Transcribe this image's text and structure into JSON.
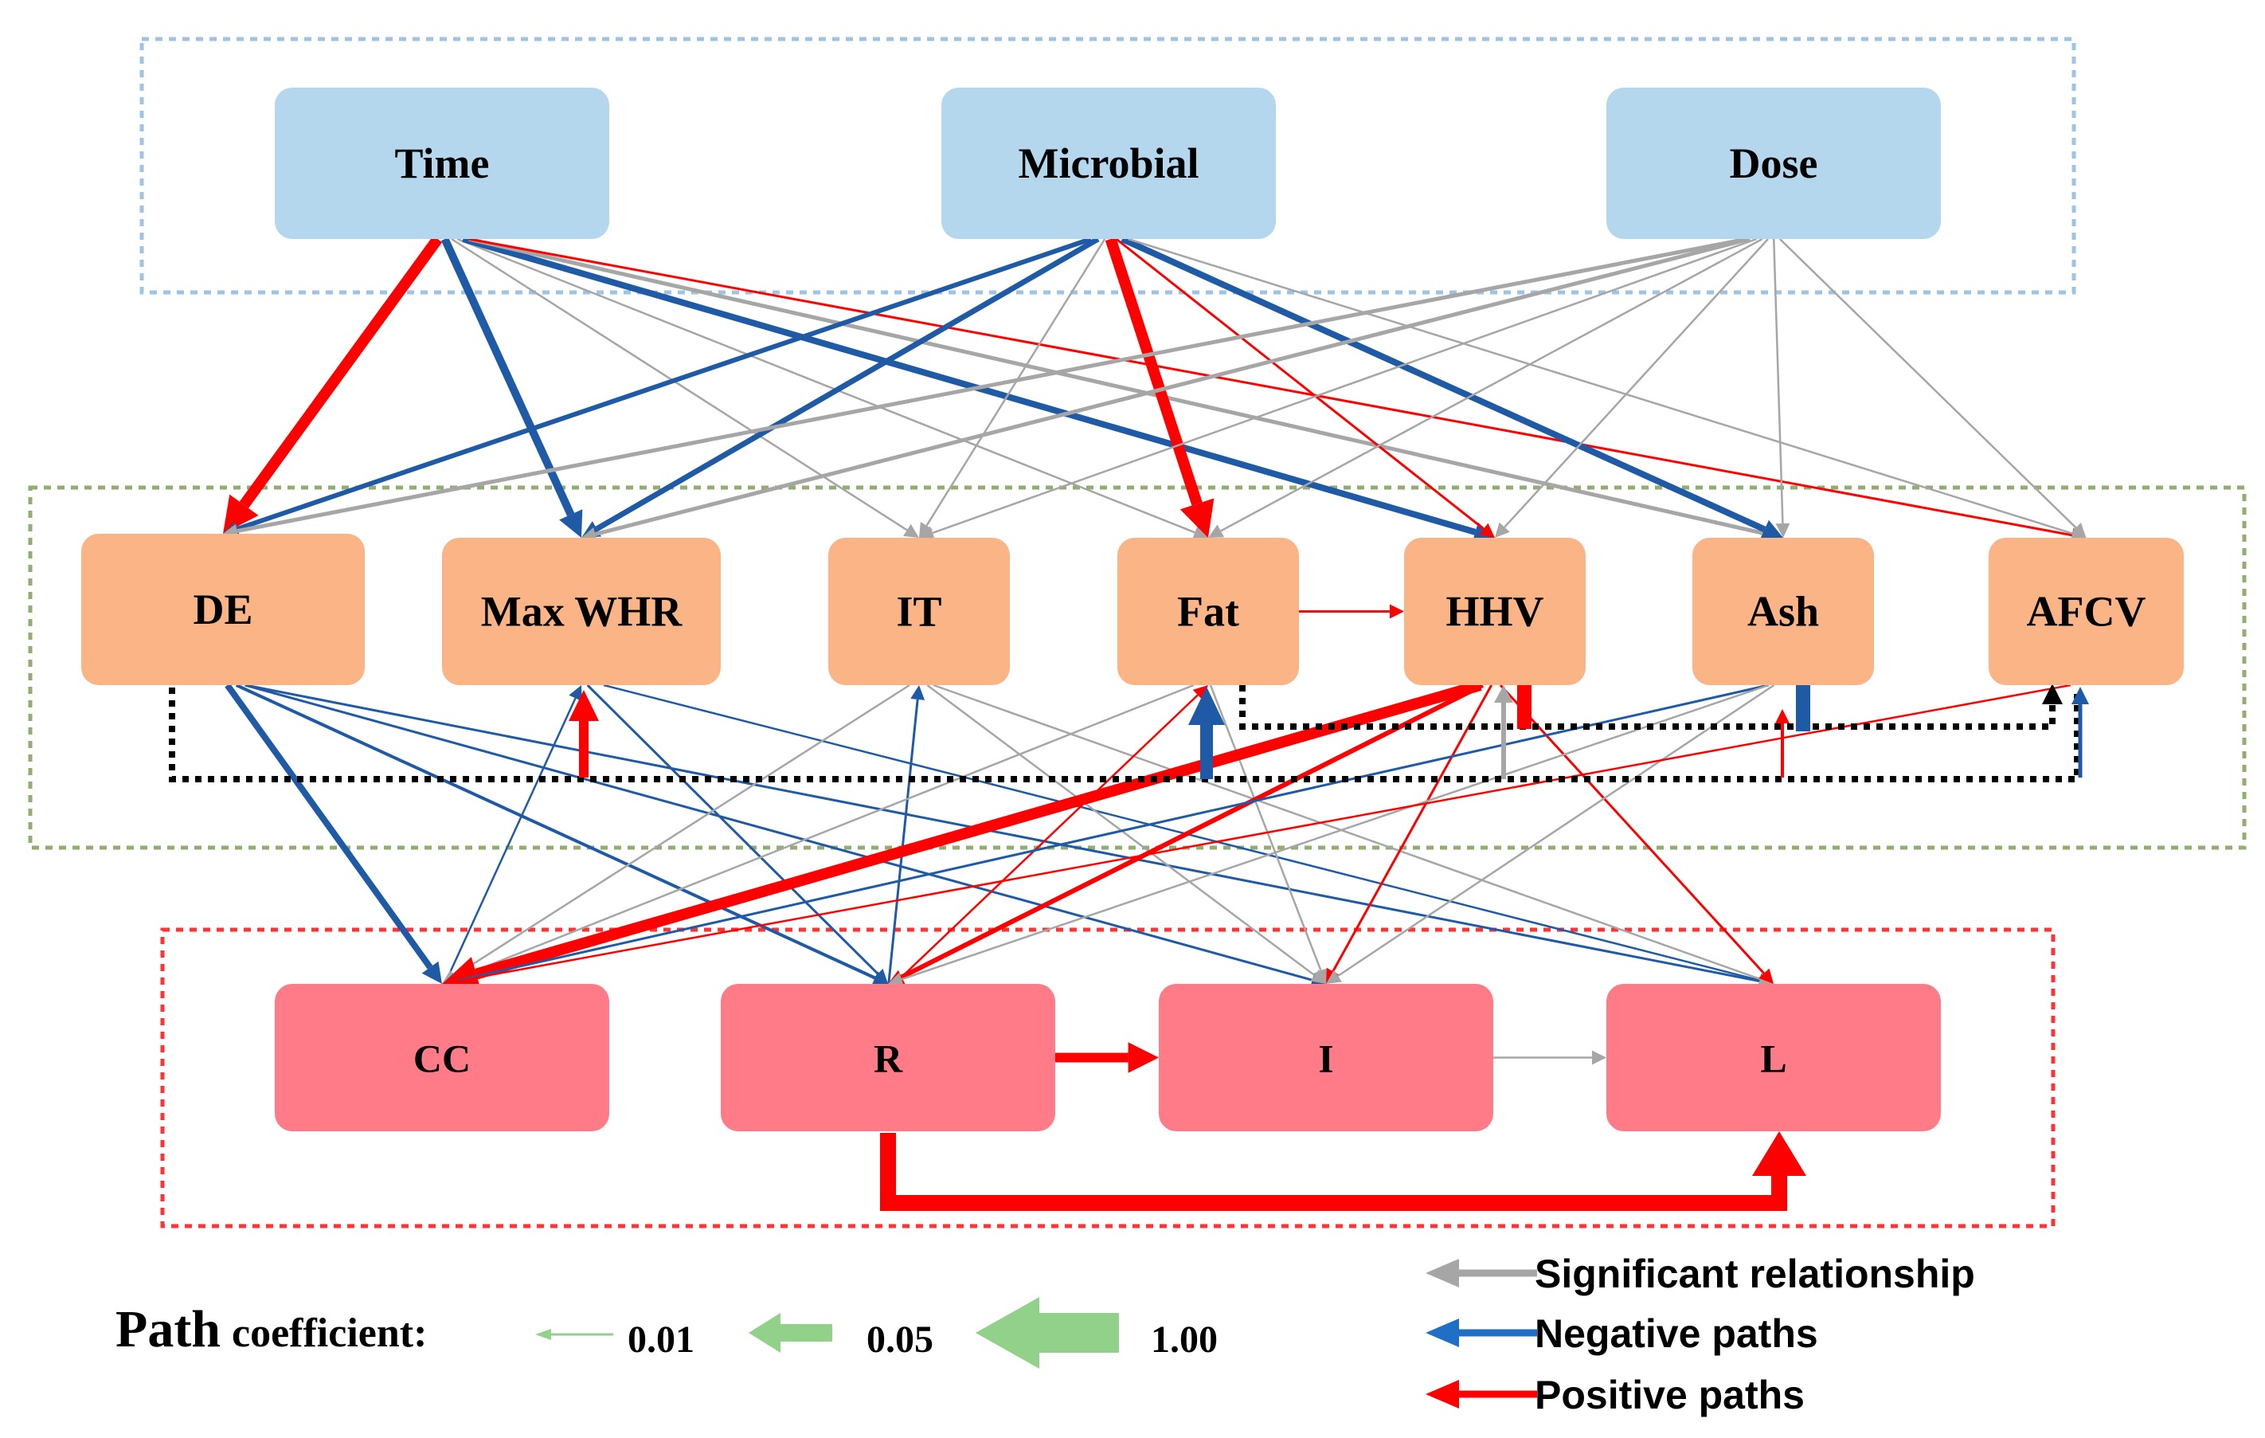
{
  "colors": {
    "negative": "#1F5AA6",
    "positive": "#FF0000",
    "significant": "#A6A6A6",
    "dotted": "#000000",
    "legend_green": "#92D18A",
    "group_input_border": "#9DC3E6",
    "group_mid_border": "#8FAE6F",
    "group_out_border": "#FF3333",
    "node_input_fill": "#B4D7EE",
    "node_mid_fill": "#FAB486",
    "node_out_fill": "#FF7B88"
  },
  "nodes": [
    {
      "id": "time",
      "label": "Time",
      "group": "input"
    },
    {
      "id": "microbial",
      "label": "Microbial",
      "group": "input"
    },
    {
      "id": "dose",
      "label": "Dose",
      "group": "input"
    },
    {
      "id": "de",
      "label": "DE",
      "group": "mid"
    },
    {
      "id": "maxwhr",
      "label": "Max WHR",
      "group": "mid"
    },
    {
      "id": "it",
      "label": "IT",
      "group": "mid"
    },
    {
      "id": "fat",
      "label": "Fat",
      "group": "mid"
    },
    {
      "id": "hhv",
      "label": "HHV",
      "group": "mid"
    },
    {
      "id": "ash",
      "label": "Ash",
      "group": "mid"
    },
    {
      "id": "afcv",
      "label": "AFCV",
      "group": "mid"
    },
    {
      "id": "cc",
      "label": "CC",
      "group": "out"
    },
    {
      "id": "r",
      "label": "R",
      "group": "out"
    },
    {
      "id": "i",
      "label": "I",
      "group": "out"
    },
    {
      "id": "l",
      "label": "L",
      "group": "out"
    }
  ],
  "edges": [
    {
      "from": "time",
      "to": "de",
      "sign": "positive",
      "weight": 14
    },
    {
      "from": "time",
      "to": "maxwhr",
      "sign": "negative",
      "weight": 10
    },
    {
      "from": "time",
      "to": "it",
      "sign": "significant",
      "weight": 2.5
    },
    {
      "from": "time",
      "to": "fat",
      "sign": "significant",
      "weight": 2.5
    },
    {
      "from": "time",
      "to": "hhv",
      "sign": "negative",
      "weight": 8
    },
    {
      "from": "time",
      "to": "ash",
      "sign": "significant",
      "weight": 5
    },
    {
      "from": "time",
      "to": "afcv",
      "sign": "positive",
      "weight": 3
    },
    {
      "from": "microbial",
      "to": "de",
      "sign": "negative",
      "weight": 6
    },
    {
      "from": "microbial",
      "to": "maxwhr",
      "sign": "negative",
      "weight": 7
    },
    {
      "from": "microbial",
      "to": "it",
      "sign": "significant",
      "weight": 2.5
    },
    {
      "from": "microbial",
      "to": "fat",
      "sign": "positive",
      "weight": 14
    },
    {
      "from": "microbial",
      "to": "hhv",
      "sign": "positive",
      "weight": 3
    },
    {
      "from": "microbial",
      "to": "ash",
      "sign": "negative",
      "weight": 8
    },
    {
      "from": "microbial",
      "to": "afcv",
      "sign": "significant",
      "weight": 2.5
    },
    {
      "from": "dose",
      "to": "de",
      "sign": "significant",
      "weight": 5
    },
    {
      "from": "dose",
      "to": "maxwhr",
      "sign": "significant",
      "weight": 5
    },
    {
      "from": "dose",
      "to": "it",
      "sign": "significant",
      "weight": 2.5
    },
    {
      "from": "dose",
      "to": "fat",
      "sign": "significant",
      "weight": 2.5
    },
    {
      "from": "dose",
      "to": "hhv",
      "sign": "significant",
      "weight": 2.5
    },
    {
      "from": "dose",
      "to": "ash",
      "sign": "significant",
      "weight": 2.5
    },
    {
      "from": "dose",
      "to": "afcv",
      "sign": "significant",
      "weight": 2.5
    },
    {
      "from": "fat",
      "to": "hhv",
      "sign": "positive",
      "weight": 3
    },
    {
      "from": "de",
      "to": "cc",
      "sign": "negative",
      "weight": 8
    },
    {
      "from": "de",
      "to": "r",
      "sign": "negative",
      "weight": 4
    },
    {
      "from": "de",
      "to": "i",
      "sign": "negative",
      "weight": 3
    },
    {
      "from": "de",
      "to": "l",
      "sign": "negative",
      "weight": 3
    },
    {
      "from": "maxwhr",
      "to": "r",
      "sign": "negative",
      "weight": 3
    },
    {
      "from": "maxwhr",
      "to": "l",
      "sign": "negative",
      "weight": 2.5
    },
    {
      "from": "cc",
      "to": "maxwhr",
      "sign": "negative",
      "weight": 2.5
    },
    {
      "from": "it",
      "to": "cc",
      "sign": "significant",
      "weight": 2.5
    },
    {
      "from": "it",
      "to": "i",
      "sign": "significant",
      "weight": 2.5
    },
    {
      "from": "it",
      "to": "l",
      "sign": "significant",
      "weight": 2.5
    },
    {
      "from": "r",
      "to": "it",
      "sign": "negative",
      "weight": 3
    },
    {
      "from": "fat",
      "to": "cc",
      "sign": "significant",
      "weight": 2.5
    },
    {
      "from": "fat",
      "to": "i",
      "sign": "significant",
      "weight": 2.5
    },
    {
      "from": "r",
      "to": "fat",
      "sign": "positive",
      "weight": 2.5
    },
    {
      "from": "hhv",
      "to": "cc",
      "sign": "positive",
      "weight": 14
    },
    {
      "from": "hhv",
      "to": "r",
      "sign": "positive",
      "weight": 6
    },
    {
      "from": "hhv",
      "to": "i",
      "sign": "positive",
      "weight": 3
    },
    {
      "from": "hhv",
      "to": "l",
      "sign": "positive",
      "weight": 3
    },
    {
      "from": "ash",
      "to": "cc",
      "sign": "negative",
      "weight": 3
    },
    {
      "from": "ash",
      "to": "r",
      "sign": "significant",
      "weight": 2.5
    },
    {
      "from": "ash",
      "to": "i",
      "sign": "significant",
      "weight": 2.5
    },
    {
      "from": "afcv",
      "to": "cc",
      "sign": "positive",
      "weight": 2.5
    },
    {
      "from": "i",
      "to": "l",
      "sign": "significant",
      "weight": 2.5
    },
    {
      "from": "r",
      "to": "i",
      "sign": "positive",
      "weight": 12
    }
  ],
  "legend": {
    "significant": "Significant relationship",
    "negative": "Negative paths",
    "positive": "Positive paths"
  },
  "coefficient": {
    "label_big": "Path",
    "label_rest": "coefficient:",
    "values": [
      "0.01",
      "0.05",
      "1.00"
    ]
  }
}
